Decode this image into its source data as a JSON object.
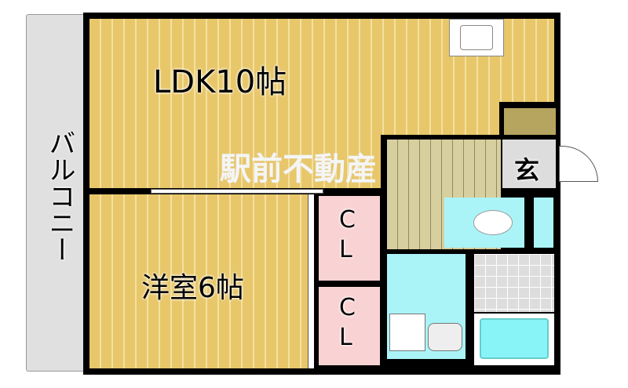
{
  "rooms": {
    "ldk": "LDK10帖",
    "western": "洋室6帖",
    "balcony": "バルコニー",
    "entrance": "玄",
    "closet1": "CL",
    "closet2": "CL"
  },
  "watermark": "駅前不動産",
  "colors": {
    "floor": "#e8c76a",
    "closet": "#f9d3d3",
    "water": "#aaf4f8",
    "balcony": "#e0e0e0"
  }
}
